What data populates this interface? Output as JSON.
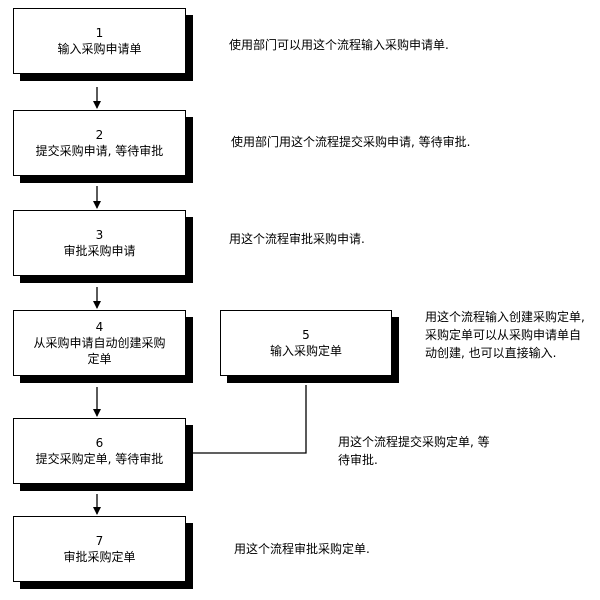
{
  "steps": [
    {
      "number": "1",
      "label": "输入采购申请单"
    },
    {
      "number": "2",
      "label": "提交采购申请, 等待审批"
    },
    {
      "number": "3",
      "label": "审批采购申请"
    },
    {
      "number": "4",
      "label": "从采购申请自动创建采购定单"
    },
    {
      "number": "5",
      "label": "输入采购定单"
    },
    {
      "number": "6",
      "label": "提交采购定单, 等待审批"
    },
    {
      "number": "7",
      "label": "审批采购定单"
    }
  ],
  "notes": [
    "使用部门可以用这个流程输入采购申请单.",
    "使用部门用这个流程提交采购申请, 等待审批.",
    "用这个流程审批采购申请.",
    "用这个流程输入创建采购定单, 采购定单可以从采购申请单自动创建, 也可以直接输入.",
    "用这个流程提交采购定单, 等待审批.",
    "用这个流程审批采购定单."
  ]
}
